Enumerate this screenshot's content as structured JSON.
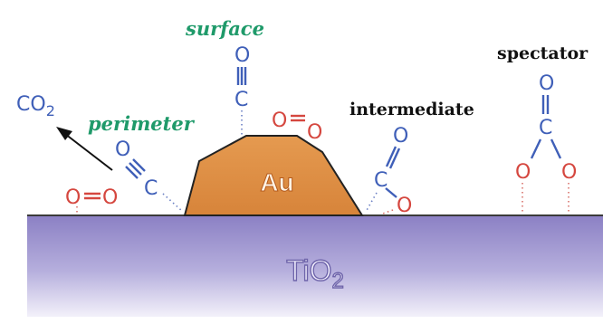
{
  "labels": {
    "surface": "surface",
    "perimeter": "perimeter",
    "intermediate": "intermediate",
    "spectator": "spectator",
    "co2": "CO",
    "co2_sub": "2",
    "gold": "Au",
    "support": "TiO",
    "support_sub": "2"
  },
  "atoms": {
    "oxygen": "O",
    "carbon": "C"
  },
  "colors": {
    "oxygen_red": "#d5473f",
    "atom_blue": "#3f5fb8",
    "label_green": "#1f9a6a",
    "gold_fill": "#e0944a",
    "support_top": "#8f85c8",
    "support_bottom": "#f2f0fa"
  }
}
